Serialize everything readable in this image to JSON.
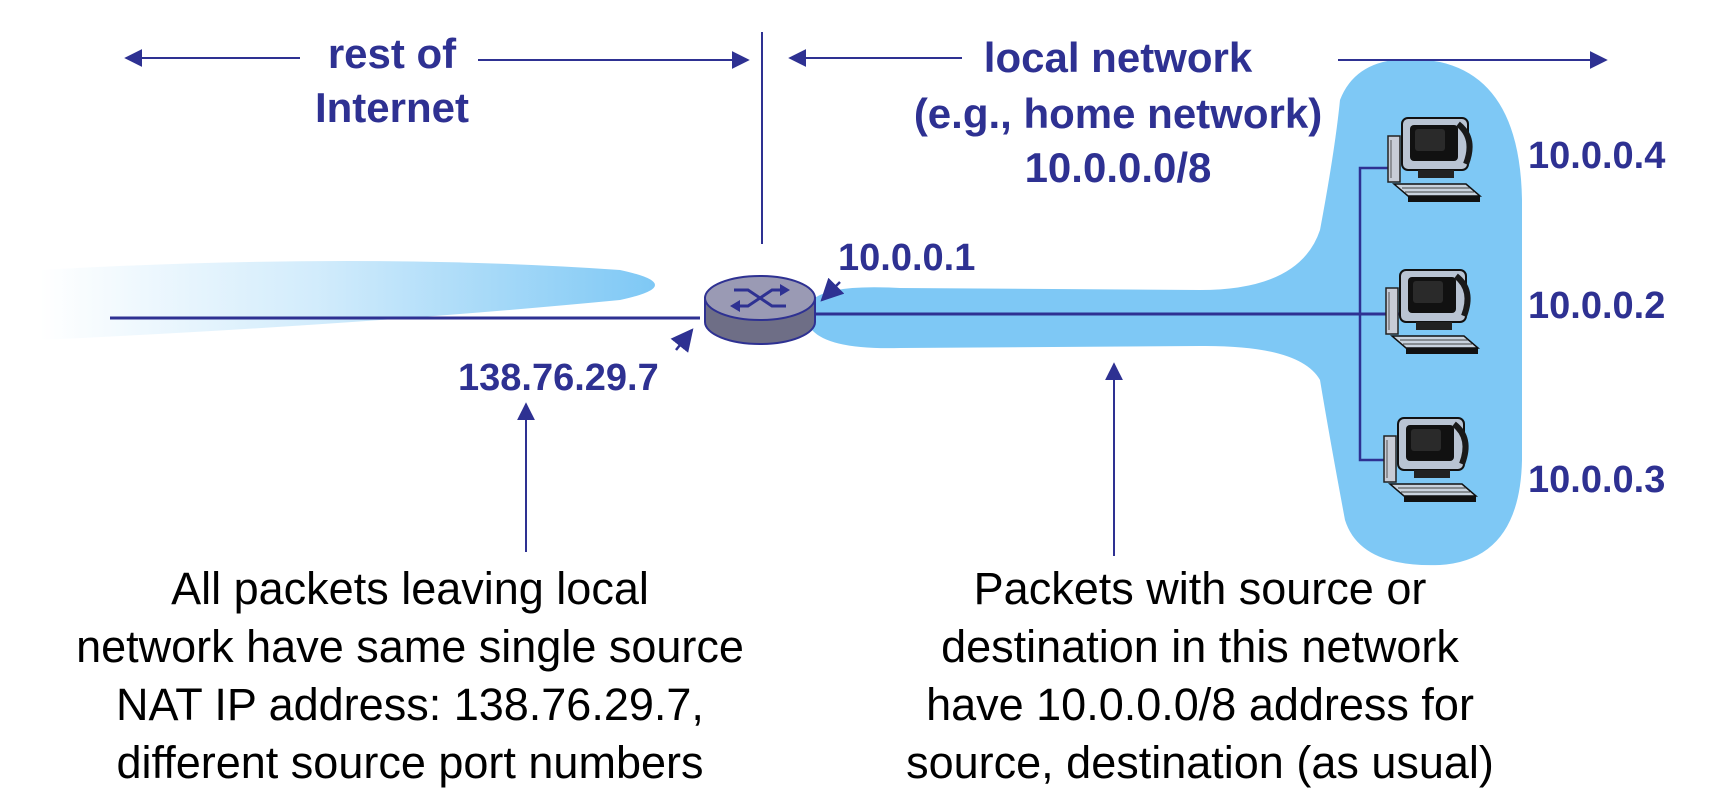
{
  "colors": {
    "accent": "#2e3192",
    "network_fill": "#7ec8f5",
    "router_body": "#8a8aa0",
    "text": "#000000"
  },
  "labels": {
    "rest_of_internet": [
      "rest of",
      "Internet"
    ],
    "local_network": [
      "local network",
      "(e.g., home network)",
      "10.0.0.0/8"
    ],
    "router_inside_ip": "10.0.0.1",
    "router_outside_ip": "138.76.29.7",
    "hosts": [
      "10.0.0.4",
      "10.0.0.2",
      "10.0.0.3"
    ]
  },
  "captions": {
    "left": [
      "All packets leaving local",
      "network have same single source",
      "NAT IP address: 138.76.29.7,",
      "different source port numbers"
    ],
    "right": [
      "Packets with source or",
      "destination in this network",
      "have 10.0.0.0/8 address for",
      "source, destination (as usual)"
    ]
  },
  "icons": [
    "router-icon",
    "computer-icon"
  ]
}
